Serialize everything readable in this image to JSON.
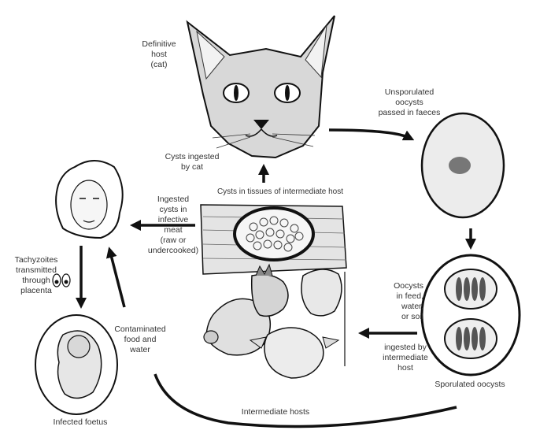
{
  "labels": {
    "definitive_host": "Definitive\nhost\n(cat)",
    "unsporulated": "Unsporulated\noocysts\npassed in faeces",
    "cysts_ingested_cat": "Cysts ingested\nby cat",
    "cysts_in_tissues": "Cysts in tissues of intermediate host",
    "ingested_cysts": "Ingested\ncysts in\ninfective\nmeat\n(raw or\nundercooked)",
    "tachyzoites": "Tachyzoites\ntransmitted\nthrough\nplacenta",
    "oocysts_feed": "Oocysts\nin feed,\nwater,\nor soil",
    "ingested_by_intermediate": "ingested by\nintermediate\nhost",
    "contaminated": "Contaminated\nfood and\nwater",
    "sporulated": "Sporulated oocysts",
    "intermediate_hosts": "Intermediate hosts",
    "infected_foetus": "Infected foetus"
  }
}
